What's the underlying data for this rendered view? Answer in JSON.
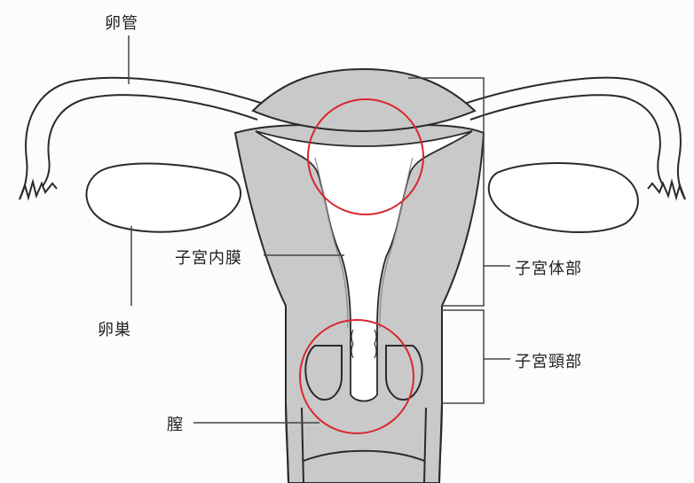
{
  "labels": {
    "fallopian_tube": "卵管",
    "ovary": "卵巣",
    "endometrium": "子宮内膜",
    "uterine_body": "子宮体部",
    "cervix": "子宮頸部",
    "vagina": "膣"
  },
  "colors": {
    "outline": "#2a2a2a",
    "tissue_fill": "#c9c9c9",
    "inner_fill": "#ffffff",
    "highlight_circle": "#d9262e",
    "leader_line": "#444444"
  }
}
